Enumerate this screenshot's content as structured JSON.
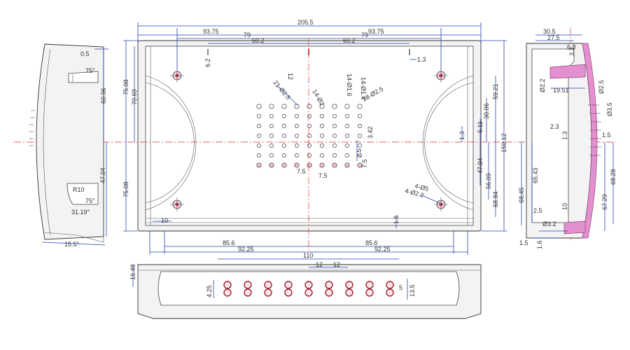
{
  "colors": {
    "dimension": "#2a3fb0",
    "centerline": "#e03030",
    "accent": "#e48fcf",
    "outline": "#333333"
  },
  "top_view": {
    "dims": {
      "overall_width": "205.5",
      "half_left": "93.75",
      "half_right": "93.75",
      "inner_left": "79",
      "inner_right": "79",
      "slot_left": "60.2",
      "slot_right": "60.2",
      "slot_depth": "6.2",
      "slot_width": "1.3",
      "h_75_08_top": "75.08",
      "h_70_69": "70.69",
      "h_75_08_bot": "75.08",
      "r_59_21": "59.21",
      "r_30_06": "30.06",
      "r_6_11": "6.11",
      "r_1_3": "1.3",
      "r_47_94": "47.94",
      "r_56_09": "56.09",
      "r_68_84": "68.84",
      "r_150_12": "150.12",
      "bottom_10": "10",
      "bottom_1_6": "1.6",
      "bottom_85_6_left": "85.6",
      "bottom_85_6_right": "85.6",
      "bottom_92_25_left": "92.25",
      "bottom_92_25_right": "92.25"
    },
    "callouts": {
      "c1": "21-Ø2.5",
      "c2": "14-Ø2",
      "c3": "14-Ø1.6",
      "c4": "14-Ø1.4",
      "c5": "28-Ø2.5",
      "c6": "12",
      "c7": "7.5",
      "c8": "7.5",
      "c9": "3.42",
      "c10": "7.5",
      "c11": "7.5",
      "c12": "4-Ø5",
      "c13": "4-Ø2.2"
    }
  },
  "left_view": {
    "dims": {
      "d0_5": "0.5",
      "a75_top": "75°",
      "d60_96": "60.96",
      "d47_04": "47.04",
      "r10": "R10",
      "a75_bot": "75°",
      "a31_19": "31.19°",
      "a15_5": "15.5°"
    }
  },
  "right_view": {
    "dims": {
      "d30_5": "30.5",
      "d27_5": "27.5",
      "d6_8": "6.8",
      "d3_2": "3.2",
      "d2_2": "Ø2.2",
      "d19_51": "19.51",
      "d2_5a": "Ø2.5",
      "d3_5": "Ø3.5",
      "d2_3": "2.3",
      "d1_3": "1.3",
      "d1_5": "1.5",
      "d65_43": "65.43",
      "d68_45": "68.45",
      "d68_28": "68.28",
      "d67_29": "67.29",
      "d2_5b": "2.5",
      "d10": "10",
      "d3_2b": "Ø3.2",
      "d1_5b": "1.5",
      "d1_6": "1.6"
    }
  },
  "bottom_view": {
    "dims": {
      "d110": "110",
      "d12a": "12",
      "d12b": "12",
      "d16_48": "16.48",
      "d4_25": "4.25",
      "d5": "5",
      "d13_5": "13.5"
    }
  }
}
